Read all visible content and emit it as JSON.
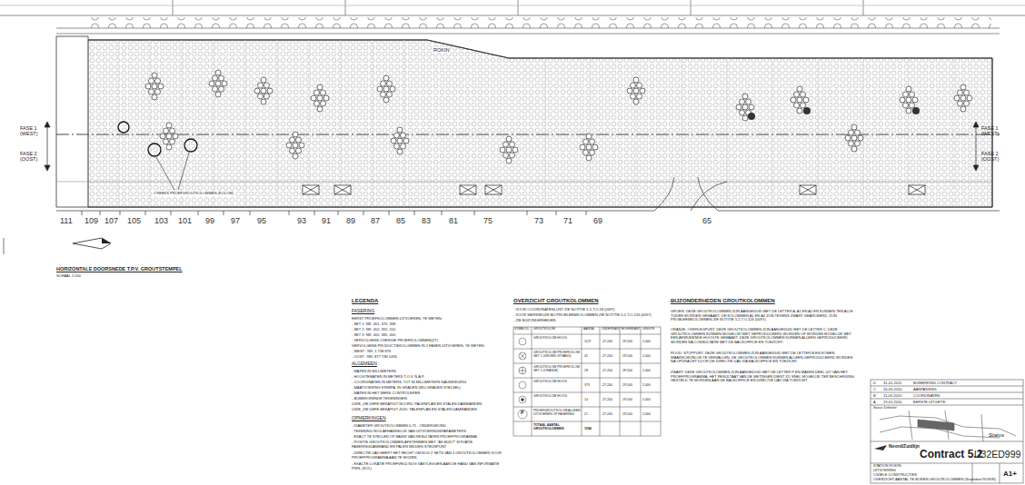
{
  "diagram": {
    "title": "HORIZONTALE DOORSNEDE T.P.V. GROUTSTEMPEL",
    "labels": [
      "FASE 1 (WEST)",
      "FASE 2 (OOST)",
      "FASE 1 (WEST)",
      "FASE 2 (OOST)",
      "ROKIN",
      "2 REEKS PROEFGROUTKOLOMMEN (KOLOM)",
      "111",
      "109",
      "107",
      "105",
      "103",
      "101",
      "99",
      "97",
      "95",
      "93",
      "91",
      "89",
      "87",
      "85",
      "83",
      "81",
      "75",
      "73",
      "71",
      "69",
      "65",
      "SCHAAL 1:200",
      "LEGENDA",
      "FASERING",
      "EERST PROEFKOLOMMEN UITVOEREN, TE WETEN:",
      "- SET 1: NR. 401, 370, 368",
      "- SET 2: NR. 402, 392, 410",
      "- SET 3: NR. 405, 385, 400",
      "- VERVOLGENS OVERIGE PROEFKOLOMMEN(ZT)",
      "VERVOLGENS PRODUCTIEKOLOMMEN IN 2 FASEN UITVOEREN, TE WETEN:",
      "- WEST : NR. 1 T/M 876",
      "- OOST : NR. 877 T/M 1496",
      "ALGEMEEN",
      "- MATEN IN MILLIMETERS",
      "- HOOGTEMATEN IN METERS T.O.V. N.A.P.",
      "- COORDINATEN IN METERS, TOT IN MILLIMETERS NAUWKEURIG",
      "- MAATVOERING KRIMPA. IN GRADEN (WIJ GRADEN STELSEL)",
      "- MATEN IN HET WERK CONTROLEREN",
      "- BIJBEHORENDE TEKENINGEN:",
      "U32E_ZIE DEFE BEKAPUIT NOORD: PALENPLAN EN STALEN DAMWANDEN",
      "U32E_ZIE DEFE BEKAPUIT ZUID: PALENPLAN EN STALEN DAMWANDEN",
      "OPMERKINGEN",
      "- DIAMETER GROUTKOLOMMEN 0,75 - ONDERGROND",
      "- TEKENING NOG AFHANKELIJK VAN UITVOERINGSPARAMETERS",
      "- EXACT TE STELLEN OP BASIS VAN RESULTATEN PROEFPROGRAMMA",
      "- POSITIE GROUTKOLOMMEN AFSTEMMEN MET \"AS-BUILT\" SITUATIE FASERINGDAMWAND EN PALEN MIDDEN STEUNPUNT",
      "- DIRECTIE UAV HEEFT HET RECHT OM NOG 2 SETS VAN 3 GROUTKOLOMMEN VOOR PROEFPROGRAMMA AAN TE WIJZEN",
      "- EXACTE LOKATIE PROEFVELD NOG VASTLEGGEN AAN DE HAND VAN INFORMATIE PWS. (KOL)",
      "OVERZICHT GROUTKOLOMMEN",
      "- VOOR COORDINATENLIJST ZIE NOTITIE 5.2-T.O.18 (0097)",
      "- VOOR WERKWIJZE BIJ PROBLEEMKOLOMMEN ZIE NOTITIE 5.2-T.O.126 (0097)",
      "- ZIE BIJZONDERHEDEN",
      "SYMBOOL",
      "GROUTKOLOM",
      "AANTAL",
      "ONDERKANT",
      "BOVENKANT",
      "LENGTE",
      "GROUTKOLOM HOOG",
      "1127",
      "-27,200",
      "-19,500",
      "2,000",
      "GROUTKOLOM PROEFKOLOM SET 1 (GROEN OPVANG)",
      "41",
      "-27,200",
      "-19,500",
      "2,000",
      "GROUTKOLOM PROEFKOLOM SET 2 (ORANJE)",
      "18",
      "-27,200",
      "-19,500",
      "2,000",
      "GROUTKOLOM HOOG",
      "373",
      "-27,200",
      "-19,500",
      "2,000",
      "GROUTKOLOM HOOG",
      "14",
      "-27,200",
      "-19,500",
      "2,000",
      "P",
      "PROEFGROUTKOLOM ALLEEN UITVOEREN OP FASERING",
      "21",
      "-27,200",
      "-19,500",
      "2,000",
      "TOTAAL AANTAL GROUTKOLOMMEN",
      "1594",
      "BIJZONDERHEDEN GROUTKOLOMMEN",
      "GROEN: DEZE GROUTKOLOMMEN ZIJN AANGEDUID MET DE LETTER A, A1 EN A2 EN KUNNEN TEN ALLE TIJDEN WORDEN GEMAAKT. DE KOLOMMEN A1 EN A2 ZIJN TEVENS ZWART GEARCEERD, ZIJN PROBLEEMKOLOMMEN ZIE NOTITIE 5.2-T.O.126 (0097).",
      "ORANJE: OVERLEGPUNT. DEZE GROUTKOLOMMEN ZIJN AANGEDUID MET DE LETTER C. DEZE GROUTKOLOMMEN KUNNEN MOGELIJK NIET GEPRODUCEERD WORDEN OF WORDEN MOGELIJK MET EEN AFWIJKENDE HOOGTE GEMAAKT. DEZE GROUTKOLOMMEN KUNNEN ALLEEN GEPRODUCEERD WORDEN NA CONSULTATIE MET DE BACKOFFICE EN TOEZICHT.",
      "ROOD: STOPPUNT. DEZE GROUTKOLOMMEN ZIJN AANGEDUID MET DE LETTER B EN KOMEN WAARSCHIJNLIJK TE VERVALLEN. DE GROUTKOLOMMEN KUNNEN ALLEEN GEPRODUCEERD WORDEN NA OPDRACHT DOOR DE DIRECTIE UAV VIA BACKOFFICE EN TOEZICHT.",
      "ZWART: DEZE GROUTKOLOMMEN ZIJN AANGEDUID MET DE LETTER P EN MAKEN DEEL UIT VAN HET PROEFPROGRAMMA. HET RESULTAAT VAN DE METINGEN DIENT ZO SNEL MOGELIJK TER BESCHIKKING GESTELD TE WORDEN AAN DE BACKOFFICE EN DIRECTIE UAV VIA TOEZICHT.",
      "D",
      "31-01-2011",
      "BIJWERKING CONTRACT",
      "C",
      "16-09-2010",
      "AANPASSING",
      "B",
      "11-03-2010",
      "COORDINATEN",
      "A",
      "19-01-2010",
      "EERSTE UITGIFTE",
      "Status: Definitief",
      "Status",
      "Noord/Zuidlijn",
      "Contract 5.2",
      "U32ED999",
      "STATION ROKIN",
      "UITVOERING",
      "CIVIELE CONSTRUCTIES",
      "OVERZICHT AANTAL TE BOREN GROUTKOLOMMEN (Stadsdeel ROKIN)",
      "A1+"
    ]
  }
}
